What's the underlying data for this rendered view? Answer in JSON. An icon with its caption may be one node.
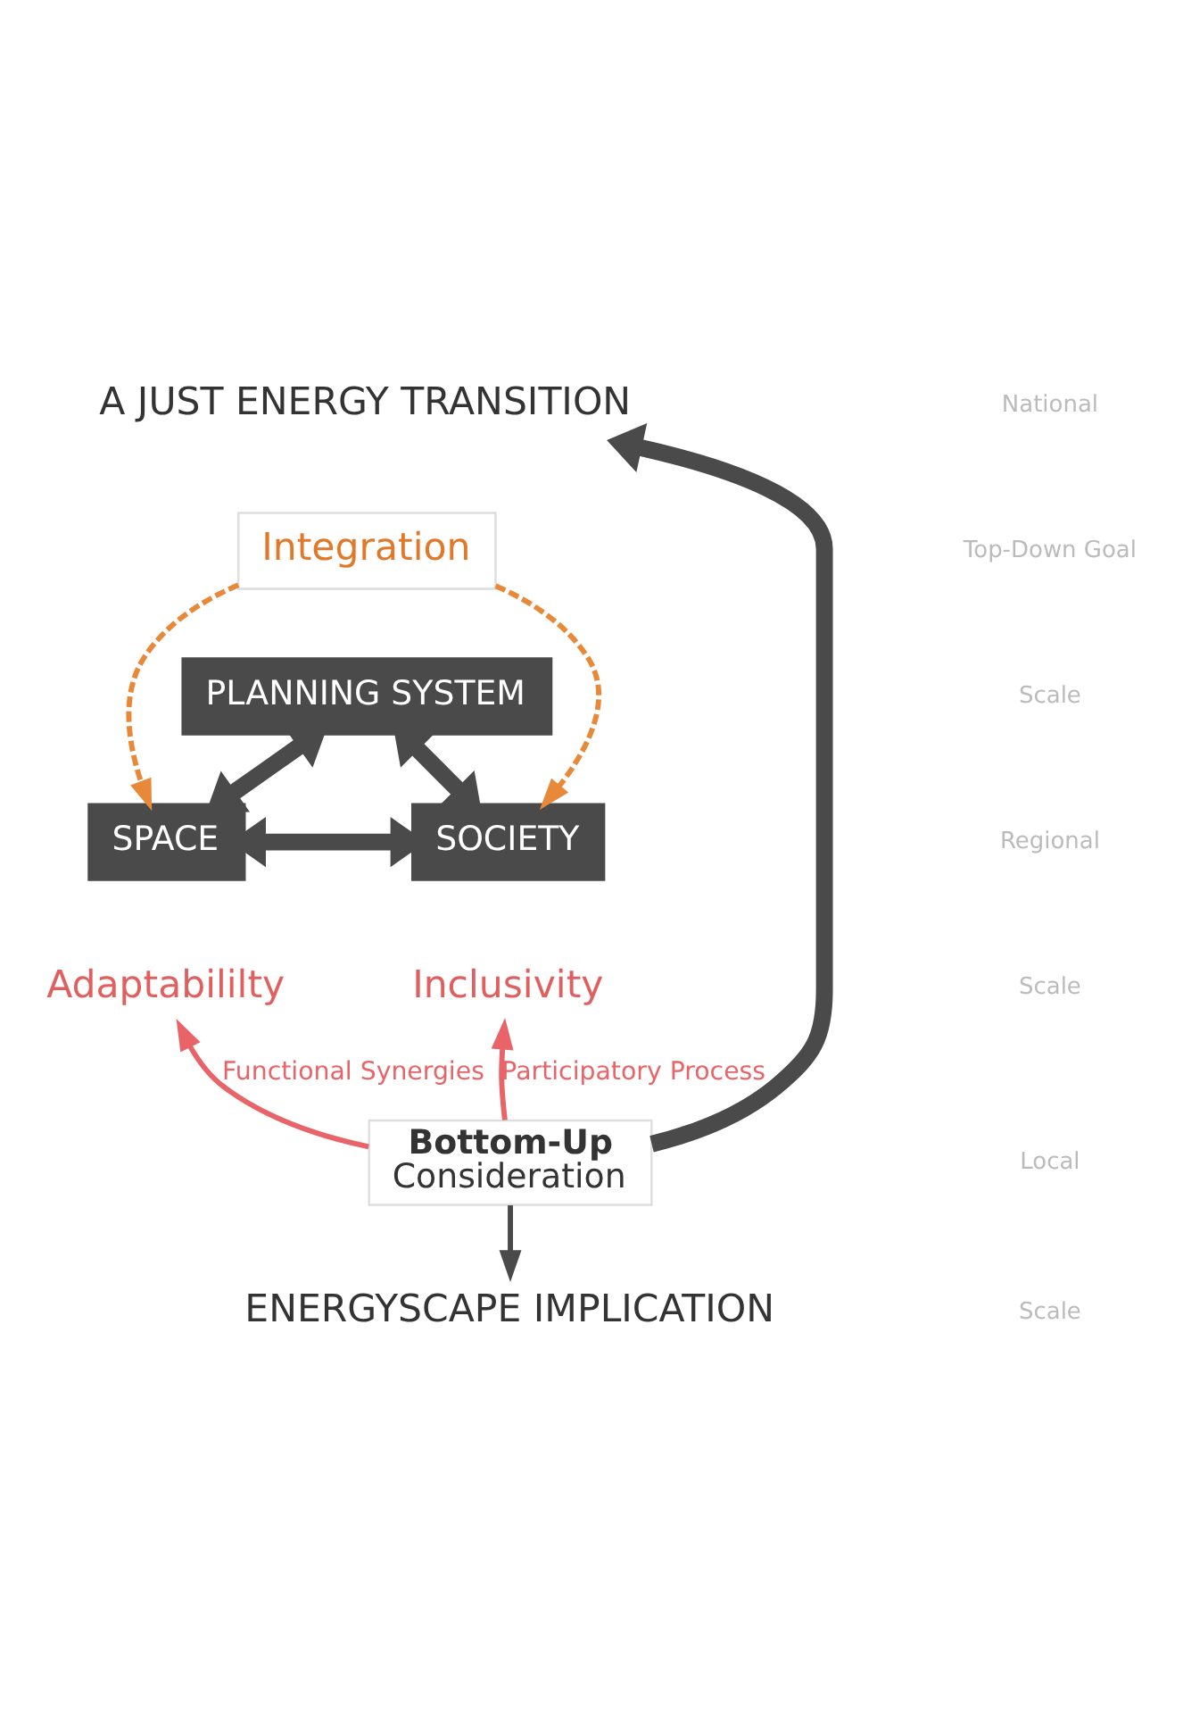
{
  "diagram": {
    "nodes": [
      {
        "text": [
          "A JUST ENERGY TRANSITION"
        ]
      },
      {
        "text": [
          "Integration"
        ]
      },
      {
        "text": [
          "PLANNING SYSTEM"
        ]
      },
      {
        "text": [
          "SPACE"
        ]
      },
      {
        "text": [
          "Adaptabililty"
        ]
      },
      {
        "text": [
          "SOCIETY"
        ]
      },
      {
        "text": [
          "Inclusivity"
        ]
      },
      {
        "text": [
          "Bottom-Up",
          "Consideration"
        ]
      },
      {
        "text": [
          "ENERGYSCAPE IMPLICATION"
        ]
      }
    ],
    "edges": [
      {
        "from": 7,
        "to": 0,
        "arrow": "to",
        "style": "thick"
      },
      {
        "from": 7,
        "to": 8,
        "arrow": "to"
      },
      {
        "from": 1,
        "to": 3,
        "arrow": "to",
        "style": "dashed",
        "color": "#e8893a"
      },
      {
        "from": 1,
        "to": 5,
        "arrow": "to",
        "style": "dashed",
        "color": "#e8893a"
      },
      {
        "from": 2,
        "to": 3,
        "arrow": "both",
        "style": "thick"
      },
      {
        "from": 2,
        "to": 5,
        "arrow": "both",
        "style": "thick"
      },
      {
        "from": 3,
        "to": 5,
        "arrow": "both",
        "style": "thick"
      },
      {
        "from": 7,
        "to": 4,
        "arrow": "to",
        "label": "Functional Synergies",
        "color": "#e86468"
      },
      {
        "from": 7,
        "to": 6,
        "arrow": "to",
        "label": "Participatory Process",
        "color": "#e86468"
      }
    ],
    "labels": [
      "National",
      "Top-Down Goal",
      "Scale",
      "Regional",
      "Scale",
      "Local",
      "Scale"
    ]
  }
}
